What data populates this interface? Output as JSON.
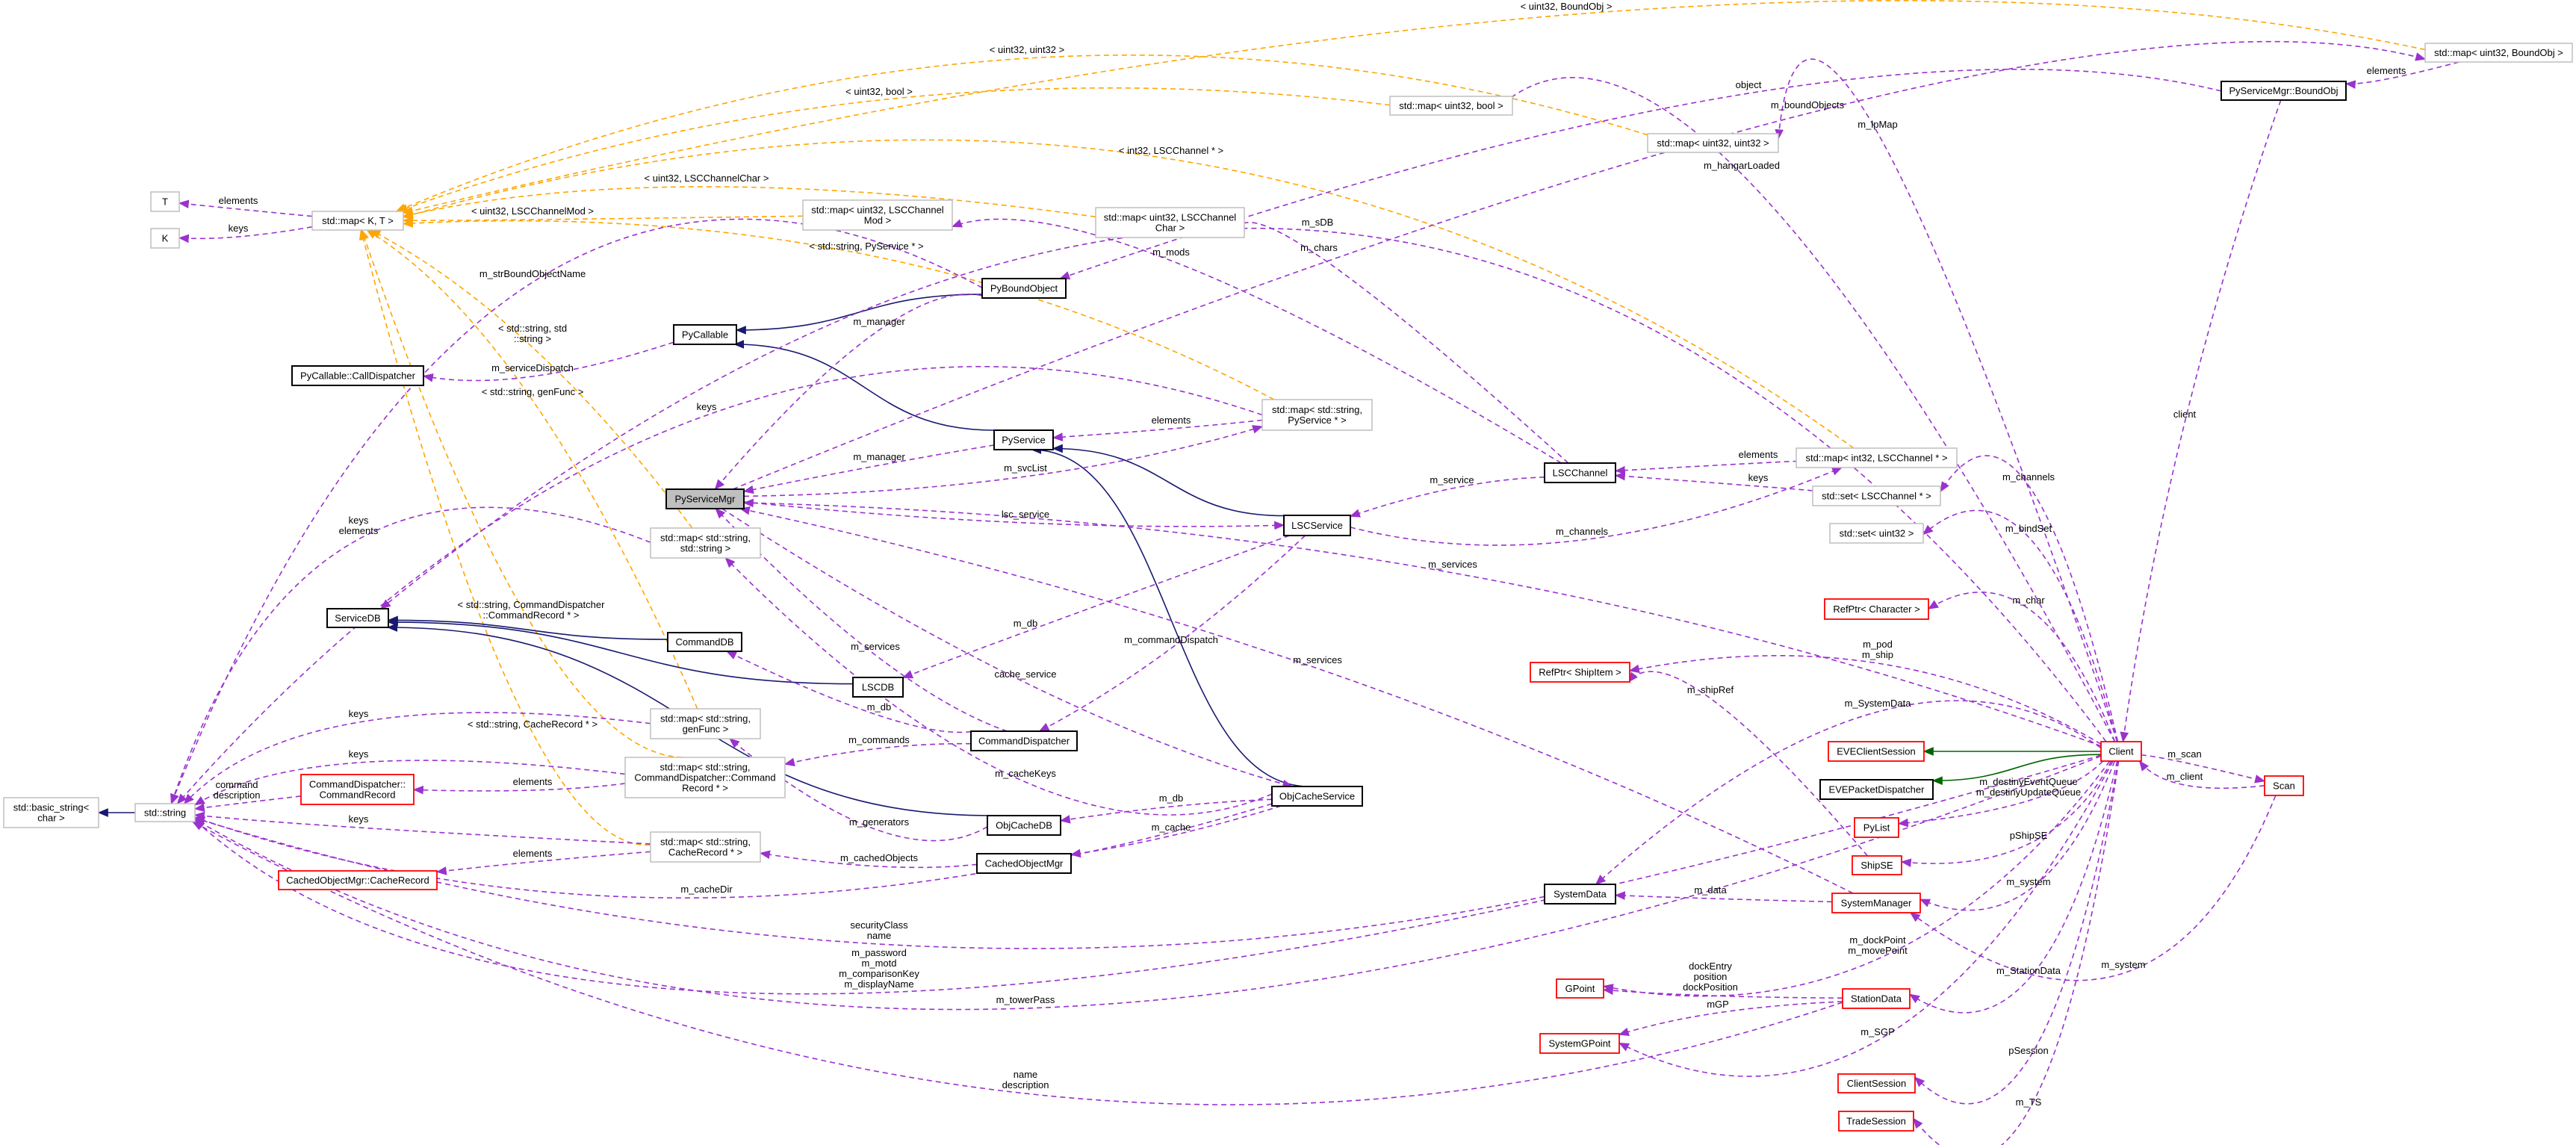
{
  "colors": {
    "usage": "#9A32CD",
    "template": "#FFA500",
    "inherit": "#191970",
    "inherit_protected": "#006400",
    "std_border": "#bfbfbf",
    "class_border": "#000000",
    "incomplete_border": "#ff0000",
    "focus_fill": "#bfbfbf"
  },
  "nodes": [
    {
      "id": "mapKT",
      "lines": [
        "std::map< K, T >"
      ],
      "style": "std"
    },
    {
      "id": "T",
      "lines": [
        "T"
      ],
      "style": "std"
    },
    {
      "id": "K",
      "lines": [
        "K"
      ],
      "style": "std"
    },
    {
      "id": "mapChanMod",
      "lines": [
        "std::map< uint32, LSCChannel",
        "Mod >"
      ],
      "style": "std"
    },
    {
      "id": "mapChanChar",
      "lines": [
        "std::map< uint32, LSCChannel",
        "Char >"
      ],
      "style": "std"
    },
    {
      "id": "mapU32Bool",
      "lines": [
        "std::map< uint32, bool >"
      ],
      "style": "std"
    },
    {
      "id": "mapU32U32",
      "lines": [
        "std::map< uint32, uint32 >"
      ],
      "style": "std"
    },
    {
      "id": "mapBoundObj",
      "lines": [
        "std::map< uint32, BoundObj >"
      ],
      "style": "std"
    },
    {
      "id": "BoundObj",
      "lines": [
        "PyServiceMgr::BoundObj"
      ],
      "style": "class"
    },
    {
      "id": "PyBoundObject",
      "lines": [
        "PyBoundObject"
      ],
      "style": "class"
    },
    {
      "id": "PyCallable",
      "lines": [
        "PyCallable"
      ],
      "style": "class"
    },
    {
      "id": "CallDispatcher",
      "lines": [
        "PyCallable::CallDispatcher"
      ],
      "style": "class"
    },
    {
      "id": "PyService",
      "lines": [
        "PyService"
      ],
      "style": "class"
    },
    {
      "id": "mapStrPySvc",
      "lines": [
        "std::map< std::string,",
        "PyService * >"
      ],
      "style": "std"
    },
    {
      "id": "PyServiceMgr",
      "lines": [
        "PyServiceMgr"
      ],
      "style": "focus"
    },
    {
      "id": "mapStrStr",
      "lines": [
        "std::map< std::string,",
        "std::string >"
      ],
      "style": "std"
    },
    {
      "id": "LSCService",
      "lines": [
        "LSCService"
      ],
      "style": "class"
    },
    {
      "id": "LSCChannel",
      "lines": [
        "LSCChannel"
      ],
      "style": "class"
    },
    {
      "id": "mapInt32Chan",
      "lines": [
        "std::map< int32, LSCChannel * >"
      ],
      "style": "std"
    },
    {
      "id": "setChan",
      "lines": [
        "std::set< LSCChannel * >"
      ],
      "style": "std"
    },
    {
      "id": "setU32",
      "lines": [
        "std::set< uint32 >"
      ],
      "style": "std"
    },
    {
      "id": "ServiceDB",
      "lines": [
        "ServiceDB"
      ],
      "style": "class"
    },
    {
      "id": "CommandDB",
      "lines": [
        "CommandDB"
      ],
      "style": "class"
    },
    {
      "id": "LSCDB",
      "lines": [
        "LSCDB"
      ],
      "style": "class"
    },
    {
      "id": "mapStrGenFunc",
      "lines": [
        "std::map< std::string,",
        "genFunc >"
      ],
      "style": "std"
    },
    {
      "id": "mapStrCmdRec",
      "lines": [
        "std::map< std::string,",
        "CommandDispatcher::Command",
        "Record * >"
      ],
      "style": "std"
    },
    {
      "id": "CmdRecord",
      "lines": [
        "CommandDispatcher::",
        "CommandRecord"
      ],
      "style": "red"
    },
    {
      "id": "basicString",
      "lines": [
        "std::basic_string<",
        "char >"
      ],
      "style": "std"
    },
    {
      "id": "stdstring",
      "lines": [
        "std::string"
      ],
      "style": "std"
    },
    {
      "id": "mapStrCacheRec",
      "lines": [
        "std::map< std::string,",
        "CacheRecord * >"
      ],
      "style": "std"
    },
    {
      "id": "CacheRecord",
      "lines": [
        "CachedObjectMgr::CacheRecord"
      ],
      "style": "red"
    },
    {
      "id": "CommandDispatcher",
      "lines": [
        "CommandDispatcher"
      ],
      "style": "class"
    },
    {
      "id": "ObjCacheService",
      "lines": [
        "ObjCacheService"
      ],
      "style": "class"
    },
    {
      "id": "ObjCacheDB",
      "lines": [
        "ObjCacheDB"
      ],
      "style": "class"
    },
    {
      "id": "CachedObjectMgr",
      "lines": [
        "CachedObjectMgr"
      ],
      "style": "class"
    },
    {
      "id": "RefPtrShip",
      "lines": [
        "RefPtr< ShipItem >"
      ],
      "style": "red"
    },
    {
      "id": "SystemData",
      "lines": [
        "SystemData"
      ],
      "style": "class"
    },
    {
      "id": "GPoint",
      "lines": [
        "GPoint"
      ],
      "style": "red"
    },
    {
      "id": "SystemGPoint",
      "lines": [
        "SystemGPoint"
      ],
      "style": "red"
    },
    {
      "id": "RefPtrChar",
      "lines": [
        "RefPtr< Character >"
      ],
      "style": "red"
    },
    {
      "id": "EVEClientSession",
      "lines": [
        "EVEClientSession"
      ],
      "style": "red"
    },
    {
      "id": "EVEPacketDispatcher",
      "lines": [
        "EVEPacketDispatcher"
      ],
      "style": "class"
    },
    {
      "id": "PyList",
      "lines": [
        "PyList"
      ],
      "style": "red"
    },
    {
      "id": "ShipSE",
      "lines": [
        "ShipSE"
      ],
      "style": "red"
    },
    {
      "id": "SystemManager",
      "lines": [
        "SystemManager"
      ],
      "style": "red"
    },
    {
      "id": "StationData",
      "lines": [
        "StationData"
      ],
      "style": "red"
    },
    {
      "id": "ClientSession",
      "lines": [
        "ClientSession"
      ],
      "style": "red"
    },
    {
      "id": "TradeSession",
      "lines": [
        "TradeSession"
      ],
      "style": "red"
    },
    {
      "id": "Client",
      "lines": [
        "Client"
      ],
      "style": "red"
    },
    {
      "id": "Scan",
      "lines": [
        "Scan"
      ],
      "style": "red"
    }
  ],
  "edges": [
    {
      "from": "mapBoundObj",
      "to": "mapKT",
      "kind": "template",
      "labels": [
        "< uint32, BoundObj >"
      ]
    },
    {
      "from": "mapU32U32",
      "to": "mapKT",
      "kind": "template",
      "labels": [
        "< uint32, uint32 >"
      ]
    },
    {
      "from": "mapU32Bool",
      "to": "mapKT",
      "kind": "template",
      "labels": [
        "< uint32, bool >"
      ]
    },
    {
      "from": "mapInt32Chan",
      "to": "mapKT",
      "kind": "template",
      "labels": [
        "< int32, LSCChannel * >"
      ]
    },
    {
      "from": "mapChanChar",
      "to": "mapKT",
      "kind": "template",
      "labels": [
        "< uint32, LSCChannelChar >"
      ]
    },
    {
      "from": "mapChanMod",
      "to": "mapKT",
      "kind": "template",
      "labels": [
        "< uint32, LSCChannelMod >"
      ]
    },
    {
      "from": "mapStrPySvc",
      "to": "mapKT",
      "kind": "template",
      "labels": [
        "< std::string, PyService * >"
      ]
    },
    {
      "from": "mapStrStr",
      "to": "mapKT",
      "kind": "template",
      "labels": [
        "< std::string, std",
        "::string >"
      ]
    },
    {
      "from": "mapStrGenFunc",
      "to": "mapKT",
      "kind": "template",
      "labels": [
        "< std::string, genFunc >"
      ]
    },
    {
      "from": "mapStrCmdRec",
      "to": "mapKT",
      "kind": "template",
      "labels": [
        "< std::string, CommandDispatcher",
        "::CommandRecord * >"
      ]
    },
    {
      "from": "mapStrCacheRec",
      "to": "mapKT",
      "kind": "template",
      "labels": [
        "< std::string, CacheRecord * >"
      ]
    },
    {
      "from": "mapKT",
      "to": "T",
      "kind": "usage",
      "labels": [
        "elements"
      ]
    },
    {
      "from": "mapKT",
      "to": "K",
      "kind": "usage",
      "labels": [
        "keys"
      ]
    },
    {
      "from": "PyBoundObject",
      "to": "stdstring",
      "kind": "usage",
      "labels": [
        "m_strBoundObjectName"
      ]
    },
    {
      "from": "PyCallable",
      "to": "CallDispatcher",
      "kind": "usage",
      "labels": [
        "m_serviceDispatch"
      ]
    },
    {
      "from": "mapStrPySvc",
      "to": "stdstring",
      "kind": "usage",
      "labels": [
        "keys"
      ]
    },
    {
      "from": "mapStrStr",
      "to": "stdstring",
      "kind": "usage",
      "labels": [
        "keys",
        "elements"
      ]
    },
    {
      "from": "mapStrGenFunc",
      "to": "stdstring",
      "kind": "usage",
      "labels": [
        "keys"
      ]
    },
    {
      "from": "mapStrCmdRec",
      "to": "stdstring",
      "kind": "usage",
      "labels": [
        "keys"
      ]
    },
    {
      "from": "mapStrCmdRec",
      "to": "CmdRecord",
      "kind": "usage",
      "labels": [
        "elements"
      ]
    },
    {
      "from": "mapStrCacheRec",
      "to": "stdstring",
      "kind": "usage",
      "labels": [
        "keys"
      ]
    },
    {
      "from": "mapStrCacheRec",
      "to": "CacheRecord",
      "kind": "usage",
      "labels": [
        "elements"
      ]
    },
    {
      "from": "CmdRecord",
      "to": "stdstring",
      "kind": "usage",
      "labels": [
        "command",
        "description"
      ]
    },
    {
      "from": "ObjCacheService",
      "to": "stdstring",
      "kind": "usage",
      "labels": [
        "m_cacheDir"
      ]
    },
    {
      "from": "SystemData",
      "to": "stdstring",
      "kind": "usage",
      "labels": [
        "securityClass",
        "name"
      ]
    },
    {
      "from": "Client",
      "to": "stdstring",
      "kind": "usage",
      "labels": [
        "m_password",
        "m_motd",
        "m_comparisonKey",
        "m_displayName"
      ]
    },
    {
      "from": "Client",
      "to": "stdstring",
      "kind": "usage",
      "labels": [
        "m_towerPass"
      ]
    },
    {
      "from": "StationData",
      "to": "stdstring",
      "kind": "usage",
      "labels": [
        "name",
        "description"
      ]
    },
    {
      "from": "stdstring",
      "to": "basicString",
      "kind": "inherit",
      "labels": []
    },
    {
      "from": "PyBoundObject",
      "to": "PyCallable",
      "kind": "inherit",
      "labels": []
    },
    {
      "from": "PyService",
      "to": "PyCallable",
      "kind": "inherit",
      "labels": []
    },
    {
      "from": "LSCService",
      "to": "PyService",
      "kind": "inherit",
      "labels": []
    },
    {
      "from": "ObjCacheService",
      "to": "PyService",
      "kind": "inherit",
      "labels": []
    },
    {
      "from": "CommandDB",
      "to": "ServiceDB",
      "kind": "inherit",
      "labels": []
    },
    {
      "from": "LSCDB",
      "to": "ServiceDB",
      "kind": "inherit",
      "labels": []
    },
    {
      "from": "ObjCacheDB",
      "to": "ServiceDB",
      "kind": "inherit",
      "labels": []
    },
    {
      "from": "Client",
      "to": "EVEClientSession",
      "kind": "inherit_protected",
      "labels": []
    },
    {
      "from": "Client",
      "to": "EVEPacketDispatcher",
      "kind": "inherit_protected",
      "labels": []
    },
    {
      "from": "PyBoundObject",
      "to": "PyServiceMgr",
      "kind": "usage",
      "labels": [
        "m_manager"
      ]
    },
    {
      "from": "PyService",
      "to": "PyServiceMgr",
      "kind": "usage",
      "labels": [
        "m_manager"
      ]
    },
    {
      "from": "PyServiceMgr",
      "to": "mapStrPySvc",
      "kind": "usage",
      "labels": [
        "m_svcList"
      ]
    },
    {
      "from": "mapStrPySvc",
      "to": "PyService",
      "kind": "usage",
      "labels": [
        "elements"
      ]
    },
    {
      "from": "PyServiceMgr",
      "to": "LSCService",
      "kind": "usage",
      "labels": [
        "lsc_service"
      ]
    },
    {
      "from": "LSCChannel",
      "to": "LSCService",
      "kind": "usage",
      "labels": [
        "m_service"
      ]
    },
    {
      "from": "LSCService",
      "to": "mapInt32Chan",
      "kind": "usage",
      "labels": [
        "m_channels"
      ]
    },
    {
      "from": "mapInt32Chan",
      "to": "LSCChannel",
      "kind": "usage",
      "labels": [
        "elements"
      ]
    },
    {
      "from": "setChan",
      "to": "LSCChannel",
      "kind": "usage",
      "labels": [
        "keys"
      ]
    },
    {
      "from": "Client",
      "to": "PyServiceMgr",
      "kind": "usage",
      "labels": [
        "m_services"
      ]
    },
    {
      "from": "LSCChannel",
      "to": "mapChanMod",
      "kind": "usage",
      "labels": [
        "m_mods"
      ]
    },
    {
      "from": "LSCChannel",
      "to": "mapChanChar",
      "kind": "usage",
      "labels": [
        "m_chars"
      ]
    },
    {
      "from": "Client",
      "to": "ServiceDB",
      "kind": "usage",
      "labels": [
        "m_sDB"
      ]
    },
    {
      "from": "BoundObj",
      "to": "PyBoundObject",
      "kind": "usage",
      "labels": [
        "object"
      ]
    },
    {
      "from": "PyServiceMgr",
      "to": "mapBoundObj",
      "kind": "usage",
      "labels": [
        "m_boundObjects"
      ]
    },
    {
      "from": "mapBoundObj",
      "to": "BoundObj",
      "kind": "usage",
      "labels": [
        "elements"
      ]
    },
    {
      "from": "BoundObj",
      "to": "Client",
      "kind": "usage",
      "labels": [
        "client"
      ]
    },
    {
      "from": "Client",
      "to": "mapU32U32",
      "kind": "usage",
      "labels": [
        "m_lpMap"
      ]
    },
    {
      "from": "Client",
      "to": "mapU32Bool",
      "kind": "usage",
      "labels": [
        "m_hangarLoaded"
      ]
    },
    {
      "from": "Client",
      "to": "setChan",
      "kind": "usage",
      "labels": [
        "m_channels"
      ]
    },
    {
      "from": "Client",
      "to": "setU32",
      "kind": "usage",
      "labels": [
        "m_bindSet"
      ]
    },
    {
      "from": "Client",
      "to": "RefPtrChar",
      "kind": "usage",
      "labels": [
        "m_char"
      ]
    },
    {
      "from": "Client",
      "to": "RefPtrShip",
      "kind": "usage",
      "labels": [
        "m_pod",
        "m_ship"
      ]
    },
    {
      "from": "ShipSE",
      "to": "RefPtrShip",
      "kind": "usage",
      "labels": [
        "m_shipRef"
      ]
    },
    {
      "from": "Client",
      "to": "SystemData",
      "kind": "usage",
      "labels": [
        "m_SystemData"
      ]
    },
    {
      "from": "Client",
      "to": "PyList",
      "kind": "usage",
      "labels": [
        "m_destinyEventQueue",
        "m_destinyUpdateQueue"
      ]
    },
    {
      "from": "Client",
      "to": "ShipSE",
      "kind": "usage",
      "labels": [
        "pShipSE"
      ]
    },
    {
      "from": "Client",
      "to": "SystemManager",
      "kind": "usage",
      "labels": [
        "m_system"
      ]
    },
    {
      "from": "SystemManager",
      "to": "SystemData",
      "kind": "usage",
      "labels": [
        "m_data"
      ]
    },
    {
      "from": "Client",
      "to": "GPoint",
      "kind": "usage",
      "labels": [
        "m_dockPoint",
        "m_movePoint"
      ]
    },
    {
      "from": "StationData",
      "to": "GPoint",
      "kind": "usage",
      "labels": [
        "dockEntry",
        "position",
        "dockPosition"
      ]
    },
    {
      "from": "StationData",
      "to": "SystemGPoint",
      "kind": "usage",
      "labels": [
        "mGP"
      ]
    },
    {
      "from": "Client",
      "to": "StationData",
      "kind": "usage",
      "labels": [
        "m_StationData"
      ]
    },
    {
      "from": "Scan",
      "to": "SystemManager",
      "kind": "usage",
      "labels": [
        "m_system"
      ]
    },
    {
      "from": "Client",
      "to": "SystemGPoint",
      "kind": "usage",
      "labels": [
        "m_SGP"
      ]
    },
    {
      "from": "Client",
      "to": "ClientSession",
      "kind": "usage",
      "labels": [
        "pSession"
      ]
    },
    {
      "from": "Client",
      "to": "TradeSession",
      "kind": "usage",
      "labels": [
        "m_TS"
      ]
    },
    {
      "from": "Client",
      "to": "Scan",
      "kind": "usage",
      "labels": [
        "m_scan"
      ]
    },
    {
      "from": "Scan",
      "to": "Client",
      "kind": "usage",
      "labels": [
        "m_client"
      ]
    },
    {
      "from": "LSCService",
      "to": "LSCDB",
      "kind": "usage",
      "labels": [
        "m_db"
      ]
    },
    {
      "from": "CommandDispatcher",
      "to": "PyServiceMgr",
      "kind": "usage",
      "labels": [
        "m_services"
      ]
    },
    {
      "from": "LSCService",
      "to": "CommandDispatcher",
      "kind": "usage",
      "labels": [
        "m_commandDispatch"
      ]
    },
    {
      "from": "SystemManager",
      "to": "PyServiceMgr",
      "kind": "usage",
      "labels": [
        "m_services"
      ]
    },
    {
      "from": "PyServiceMgr",
      "to": "ObjCacheService",
      "kind": "usage",
      "labels": [
        "cache_service"
      ]
    },
    {
      "from": "CommandDispatcher",
      "to": "CommandDB",
      "kind": "usage",
      "labels": [
        "m_db"
      ]
    },
    {
      "from": "CommandDispatcher",
      "to": "mapStrCmdRec",
      "kind": "usage",
      "labels": [
        "m_commands"
      ]
    },
    {
      "from": "ObjCacheService",
      "to": "mapStrStr",
      "kind": "usage",
      "labels": [
        "m_cacheKeys"
      ]
    },
    {
      "from": "ObjCacheService",
      "to": "ObjCacheDB",
      "kind": "usage",
      "labels": [
        "m_db"
      ]
    },
    {
      "from": "ObjCacheDB",
      "to": "mapStrGenFunc",
      "kind": "usage",
      "labels": [
        "m_generators"
      ]
    },
    {
      "from": "ObjCacheService",
      "to": "CachedObjectMgr",
      "kind": "usage",
      "labels": [
        "m_cache"
      ]
    },
    {
      "from": "CachedObjectMgr",
      "to": "mapStrCacheRec",
      "kind": "usage",
      "labels": [
        "m_cachedObjects"
      ]
    }
  ]
}
